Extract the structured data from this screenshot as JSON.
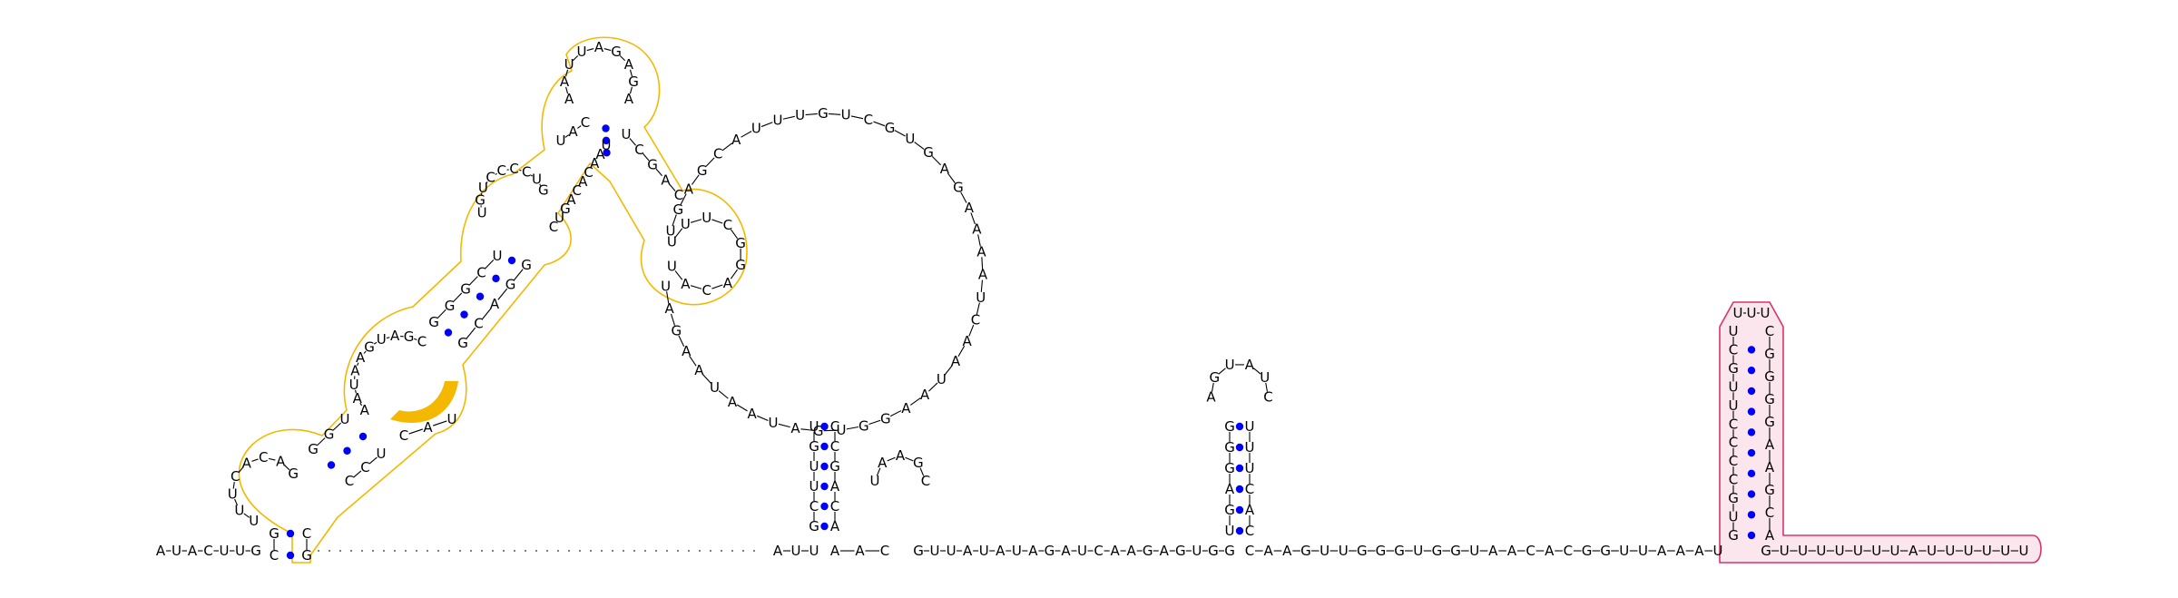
{
  "diagram": {
    "type": "rna-secondary-structure",
    "base_pair_color": "#0000ff",
    "backbone_color": "#000000",
    "highlights": [
      {
        "name": "upstream-domain",
        "outline": "#f5b800",
        "fill": "none"
      },
      {
        "name": "terminator-hairpin",
        "outline": "#d9336a",
        "fill": "#fbe6ee"
      },
      {
        "name": "highlighted-bases",
        "fill": "#f5b800"
      }
    ],
    "bottom_strand": {
      "left_tail": "AUACUUG",
      "gap_note": "dotted-backbone",
      "segment_1": "AUU",
      "segment_2": "AAC",
      "segment_3": "GUUAUAUAGAUCAAGAGUGG",
      "segment_4": "CAAGUUGGGUGGUAACACGGUUAAAU",
      "tail_3prime": "GUUUUUUUAUUUUUU"
    },
    "domain_1": {
      "stem_a_5prime": "CG",
      "stem_a_3prime": "CG",
      "loop_a": "UUUCACAG",
      "stem_b": "GGUUCC",
      "internal_loop": "AAUAAGUAGC",
      "highlighted": "CAU",
      "stem_c": "GGGCUGGACG",
      "loop_c": "UGUCCCCUG",
      "stem_d": "UAC",
      "apical_loop": "AAUUAGAGA",
      "stem_e": "UCGAC",
      "small_loop": "UUUCGGACAU",
      "right_arm": "CUGACACAAU"
    },
    "large_loop": "UGAGCAUUUGUCGUGAGAAAAUCAAUAAGGUGAUAAUAAGAU",
    "hairpin_1": {
      "stem_5prime": "GCUUGU",
      "stem_3prime": "CCGACA",
      "loop": "UAAGC"
    },
    "hairpin_2": {
      "stem_5prime": "UGAGGG",
      "stem_3prime": "UUUCAC",
      "loop": "AGUAUC"
    },
    "hairpin_3": {
      "stem_5prime": "GUGCCCCUUGCU",
      "stem_3prime": "CGGGGAAGCA",
      "loop": "UUU"
    }
  }
}
